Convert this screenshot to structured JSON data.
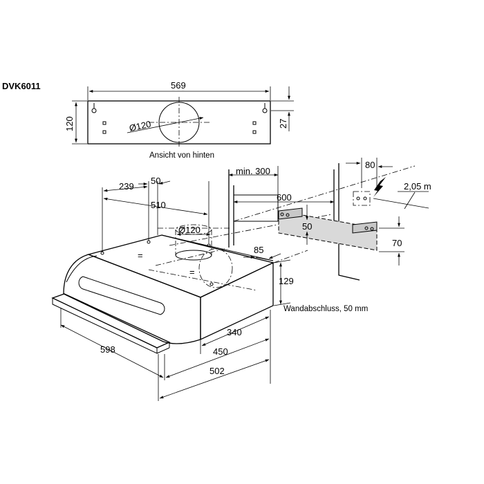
{
  "model": "DVK6011",
  "back_view": {
    "caption": "Ansicht von hinten",
    "width": "569",
    "height": "120",
    "top_offset": "27",
    "duct_diameter": "Ø120"
  },
  "main_view": {
    "hole_offset": "239",
    "hole_spacing": "50",
    "hole_distance": "510",
    "duct_diameter": "Ø120",
    "equal_sign": "=",
    "min_clearance": "min. 300",
    "cabinet_width": "600",
    "bracket_offset": "80",
    "cable_length": "2,05 m",
    "bracket_height": "50",
    "wall_panel_height": "70",
    "depth_front": "85",
    "hood_height": "129",
    "wall_clearance": "Wandabschluss, 50 mm",
    "hood_width": "598",
    "depth_340": "340",
    "depth_450": "450",
    "depth_502": "502"
  },
  "colors": {
    "line": "#000000",
    "shade": "#d9d9d9",
    "background": "#ffffff"
  }
}
